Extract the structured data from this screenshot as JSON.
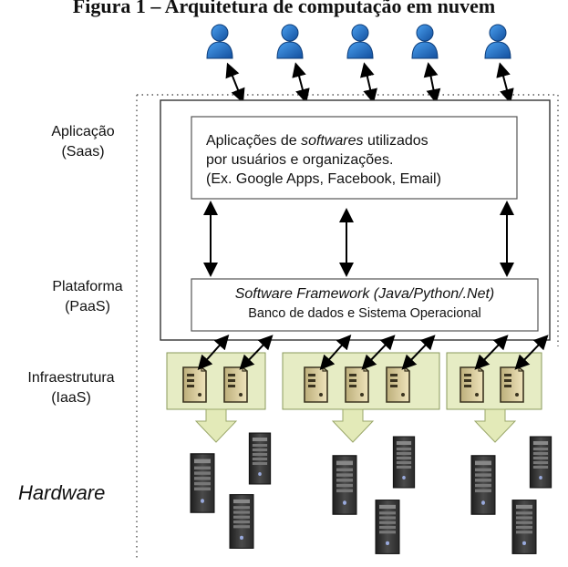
{
  "title": "Figura 1 – Arquitetura de computação em nuvem",
  "layers": {
    "application": {
      "line1": "Aplicação",
      "line2": "(Saas)"
    },
    "platform": {
      "line1": "Plataforma",
      "line2": "(PaaS)"
    },
    "infrastructure": {
      "line1": "Infraestrutura",
      "line2": "(IaaS)"
    },
    "hardware": {
      "label": "Hardware"
    }
  },
  "app_box": {
    "line1_before": "Aplicações de ",
    "line1_emph": "softwares",
    "line1_after": " utilizados",
    "line2": "por usuários e organizações.",
    "line3": "(Ex. Google Apps, Facebook, Email)"
  },
  "platform_box": {
    "line1": "Software Framework (Java/Python/.Net)",
    "line2": "Banco de dados e Sistema Operacional"
  },
  "colors": {
    "user_blue": "#1f6fc2",
    "infra_panel": "#e6ecc4",
    "infra_border": "#8a9a5b",
    "down_arrow": "#e3eab8",
    "server_beige": "#d8c99a",
    "hardware_dark": "#3a3a3a"
  },
  "icons": {
    "user": "user-icon",
    "server_small": "server-icon",
    "server_tower": "tower-server-icon"
  }
}
